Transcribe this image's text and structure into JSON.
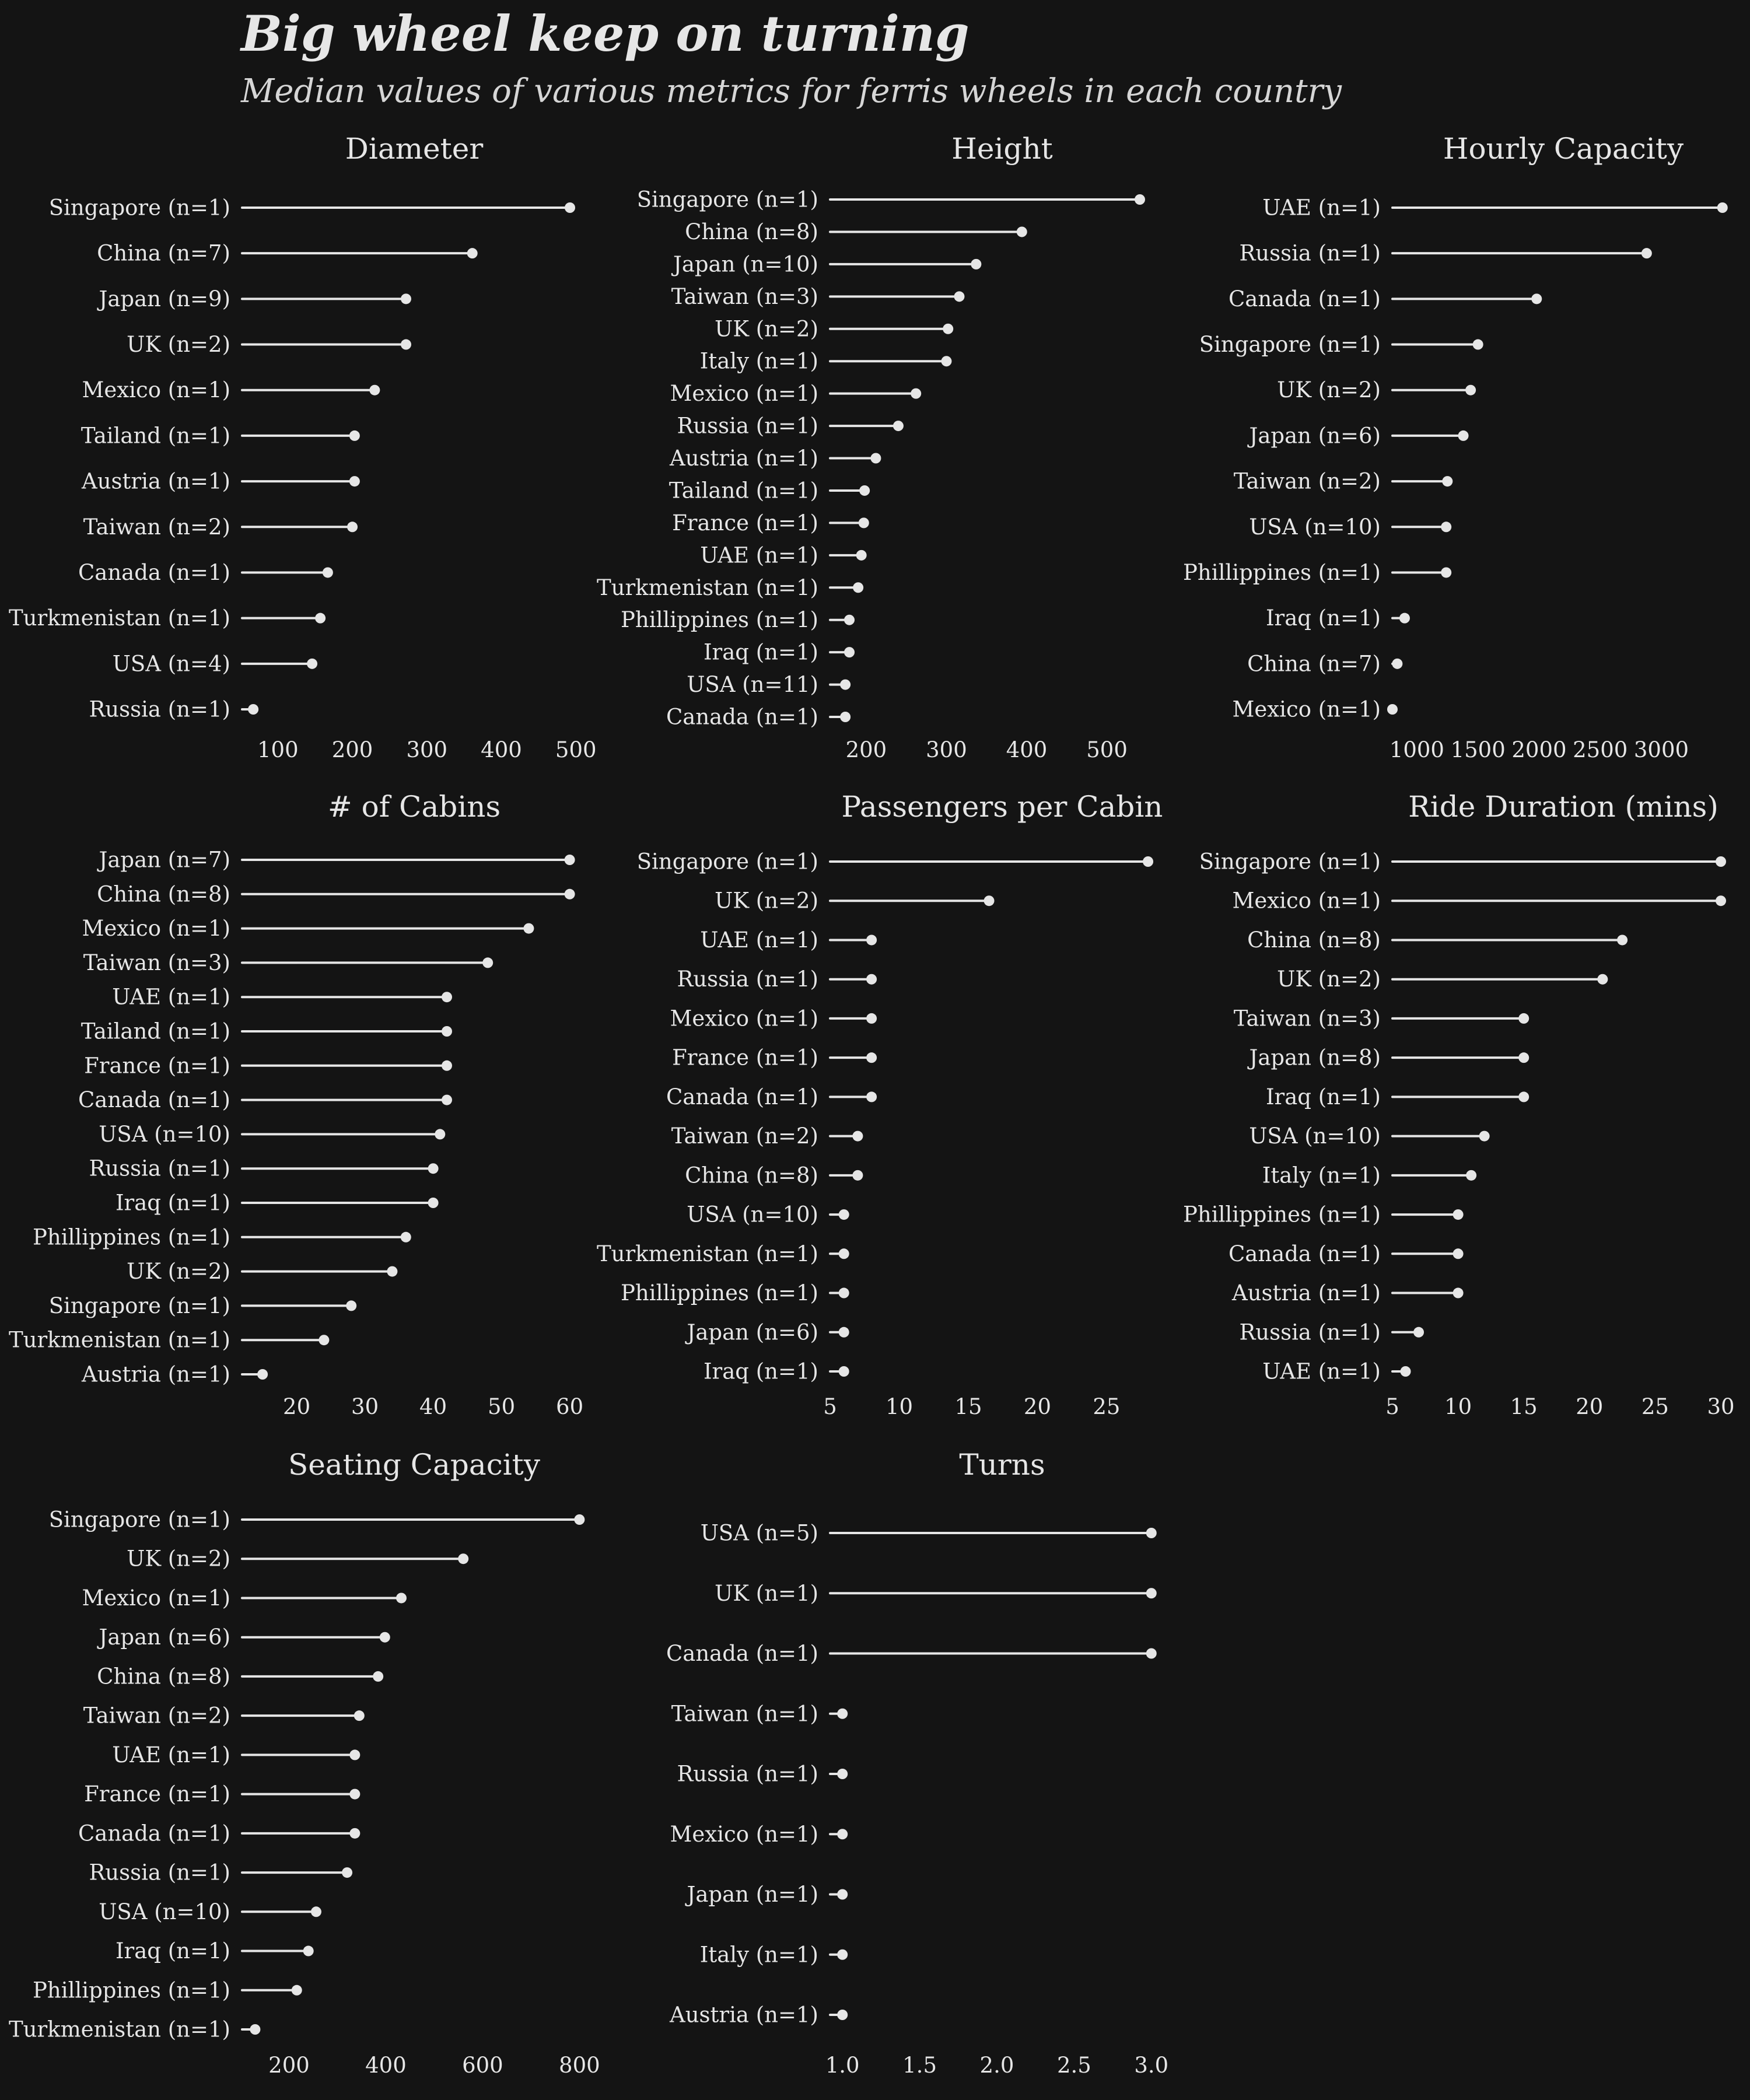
{
  "title": "Big wheel keep on turning",
  "subtitle": "Median values of various metrics for ferris wheels in each country",
  "colors": {
    "background": "#141414",
    "foreground": "#e6e6e6"
  },
  "chart_data": [
    {
      "type": "lollipop",
      "title": "Diameter",
      "categories": [
        "Singapore (n=1)",
        "China (n=7)",
        "Japan (n=9)",
        "UK (n=2)",
        "Mexico (n=1)",
        "Tailand (n=1)",
        "Austria (n=1)",
        "Taiwan (n=2)",
        "Canada (n=1)",
        "Turkmenistan (n=1)",
        "USA (n=4)",
        "Russia (n=1)"
      ],
      "values": [
        492,
        361,
        272,
        272,
        230,
        203,
        203,
        200,
        167,
        157,
        146,
        67
      ],
      "xlim": [
        52,
        510
      ],
      "xticks": [
        100,
        200,
        300,
        400,
        500
      ],
      "xticklabels": [
        "100",
        "200",
        "300",
        "400",
        "500"
      ]
    },
    {
      "type": "lollipop",
      "title": "Height",
      "categories": [
        "Singapore (n=1)",
        "China (n=8)",
        "Japan (n=10)",
        "Taiwan (n=3)",
        "UK (n=2)",
        "Italy (n=1)",
        "Mexico (n=1)",
        "Russia (n=1)",
        "Austria (n=1)",
        "Tailand (n=1)",
        "France (n=1)",
        "UAE (n=1)",
        "Turkmenistan (n=1)",
        "Phillippines (n=1)",
        "Iraq (n=1)",
        "USA (n=11)",
        "Canada (n=1)"
      ],
      "values": [
        541,
        394,
        337,
        316,
        302,
        300,
        262,
        240,
        212,
        198,
        197,
        194,
        190,
        179,
        179,
        174,
        174
      ],
      "xlim": [
        155,
        565
      ],
      "xticks": [
        200,
        300,
        400,
        500
      ],
      "xticklabels": [
        "200",
        "300",
        "400",
        "500"
      ]
    },
    {
      "type": "lollipop",
      "title": "Hourly Capacity",
      "categories": [
        "UAE (n=1)",
        "Russia (n=1)",
        "Canada (n=1)",
        "Singapore (n=1)",
        "UK (n=2)",
        "Japan (n=6)",
        "Taiwan (n=2)",
        "USA (n=10)",
        "Phillippines (n=1)",
        "Iraq (n=1)",
        "China (n=7)",
        "Mexico (n=1)"
      ],
      "values": [
        3500,
        2880,
        1980,
        1500,
        1440,
        1380,
        1250,
        1240,
        1240,
        900,
        840,
        800
      ],
      "xlim": [
        800,
        3630
      ],
      "xticks": [
        1000,
        1500,
        2000,
        2500,
        3000
      ],
      "xticklabels": [
        "1000",
        "1500",
        "2000",
        "2500",
        "3000"
      ]
    },
    {
      "type": "lollipop",
      "title": "# of Cabins",
      "categories": [
        "Japan (n=7)",
        "China (n=8)",
        "Mexico (n=1)",
        "Taiwan (n=3)",
        "UAE (n=1)",
        "Tailand (n=1)",
        "France (n=1)",
        "Canada (n=1)",
        "USA (n=10)",
        "Russia (n=1)",
        "Iraq (n=1)",
        "Phillippines (n=1)",
        "UK (n=2)",
        "Singapore (n=1)",
        "Turkmenistan (n=1)",
        "Austria (n=1)"
      ],
      "values": [
        60,
        60,
        54,
        48,
        42,
        42,
        42,
        42,
        41,
        40,
        40,
        36,
        34,
        28,
        24,
        15
      ],
      "xlim": [
        12,
        62
      ],
      "xticks": [
        20,
        30,
        40,
        50,
        60
      ],
      "xticklabels": [
        "20",
        "30",
        "40",
        "50",
        "60"
      ]
    },
    {
      "type": "lollipop",
      "title": "Passengers per Cabin",
      "categories": [
        "Singapore (n=1)",
        "UK (n=2)",
        "UAE (n=1)",
        "Russia (n=1)",
        "Mexico (n=1)",
        "France (n=1)",
        "Canada (n=1)",
        "Taiwan (n=2)",
        "China (n=8)",
        "USA (n=10)",
        "Turkmenistan (n=1)",
        "Phillippines (n=1)",
        "Japan (n=6)",
        "Iraq (n=1)"
      ],
      "values": [
        28,
        16.5,
        8,
        8,
        8,
        8,
        8,
        7,
        7,
        6,
        6,
        6,
        6,
        6
      ],
      "xlim": [
        5,
        28.8
      ],
      "xticks": [
        5,
        10,
        15,
        20,
        25
      ],
      "xticklabels": [
        "5",
        "10",
        "15",
        "20",
        "25"
      ]
    },
    {
      "type": "lollipop",
      "title": "Ride Duration (mins)",
      "categories": [
        "Singapore (n=1)",
        "Mexico (n=1)",
        "China (n=8)",
        "UK (n=2)",
        "Taiwan (n=3)",
        "Japan (n=8)",
        "Iraq (n=1)",
        "USA (n=10)",
        "Italy (n=1)",
        "Phillippines (n=1)",
        "Canada (n=1)",
        "Austria (n=1)",
        "Russia (n=1)",
        "UAE (n=1)"
      ],
      "values": [
        30,
        30,
        22.5,
        21,
        15,
        15,
        15,
        12,
        11,
        10,
        10,
        10,
        7,
        6
      ],
      "xlim": [
        5,
        30
      ],
      "xticks": [
        5,
        10,
        15,
        20,
        25,
        30
      ],
      "xticklabels": [
        "5",
        "10",
        "15",
        "20",
        "25",
        "30"
      ]
    },
    {
      "type": "lollipop",
      "title": "Seating Capacity",
      "categories": [
        "Singapore (n=1)",
        "UK (n=2)",
        "Mexico (n=1)",
        "Japan (n=6)",
        "China (n=8)",
        "Taiwan (n=2)",
        "UAE (n=1)",
        "France (n=1)",
        "Canada (n=1)",
        "Russia (n=1)",
        "USA (n=10)",
        "Iraq (n=1)",
        "Phillippines (n=1)",
        "Turkmenistan (n=1)"
      ],
      "values": [
        800,
        560,
        432,
        398,
        384,
        345,
        336,
        336,
        336,
        320,
        256,
        240,
        216,
        130
      ],
      "xlim": [
        103,
        808
      ],
      "xticks": [
        200,
        400,
        600,
        800
      ],
      "xticklabels": [
        "200",
        "400",
        "600",
        "800"
      ]
    },
    {
      "type": "lollipop",
      "title": "Turns",
      "categories": [
        "USA (n=5)",
        "UK (n=1)",
        "Canada (n=1)",
        "Taiwan (n=1)",
        "Russia (n=1)",
        "Mexico (n=1)",
        "Japan (n=1)",
        "Italy (n=1)",
        "Austria (n=1)"
      ],
      "values": [
        3,
        3,
        3,
        1,
        1,
        1,
        1,
        1,
        1
      ],
      "xlim": [
        0.92,
        3.05
      ],
      "xticks": [
        1.0,
        1.5,
        2.0,
        2.5,
        3.0
      ],
      "xticklabels": [
        "1.0",
        "1.5",
        "2.0",
        "2.5",
        "3.0"
      ]
    }
  ]
}
